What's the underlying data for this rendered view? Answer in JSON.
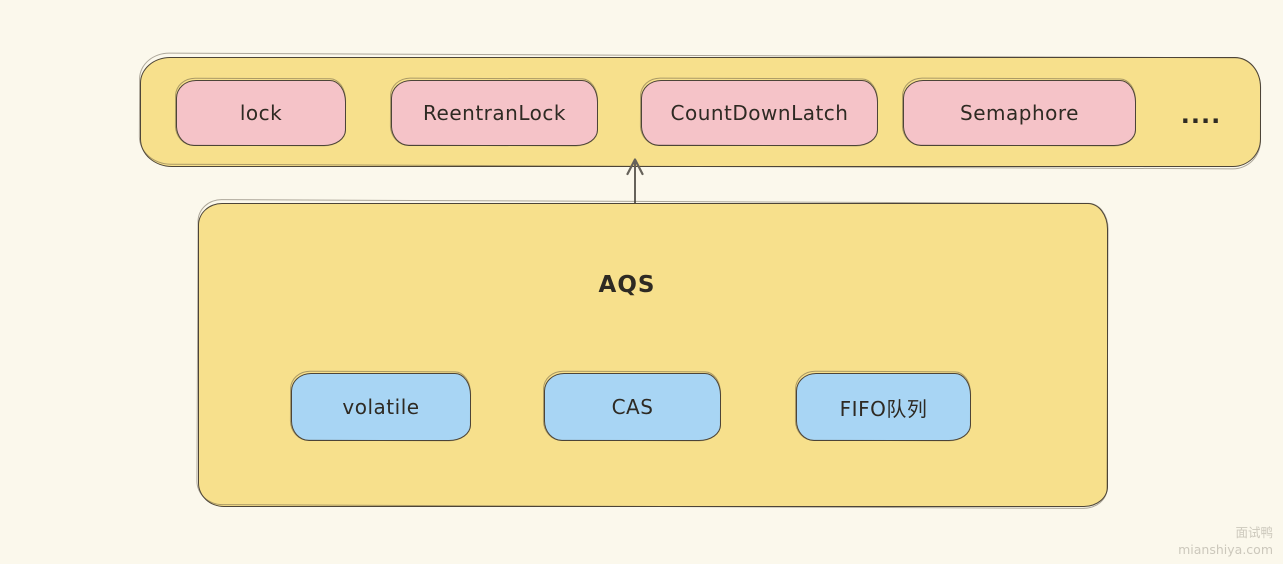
{
  "diagram": {
    "top_group": {
      "items": [
        {
          "id": "lock",
          "label": "lock"
        },
        {
          "id": "reentran-lock",
          "label": "ReentranLock"
        },
        {
          "id": "count-down-latch",
          "label": "CountDownLatch"
        },
        {
          "id": "semaphore",
          "label": "Semaphore"
        }
      ],
      "more_label": "...."
    },
    "aqs_group": {
      "title": "AQS",
      "items": [
        {
          "id": "volatile",
          "label": "volatile"
        },
        {
          "id": "cas",
          "label": "CAS"
        },
        {
          "id": "fifo-queue",
          "label": "FIFO队列"
        }
      ]
    },
    "colors": {
      "background": "#fbf8ec",
      "container_fill": "#f7e08c",
      "pink_fill": "#f5c3c8",
      "blue_fill": "#a8d5f4",
      "stroke": "#4d4538",
      "arrow_stroke": "#66625a",
      "text": "#2e2a23",
      "watermark": "#ccc8bc"
    }
  },
  "watermark": {
    "brand": "面试鸭",
    "site": "mianshiya.com"
  }
}
